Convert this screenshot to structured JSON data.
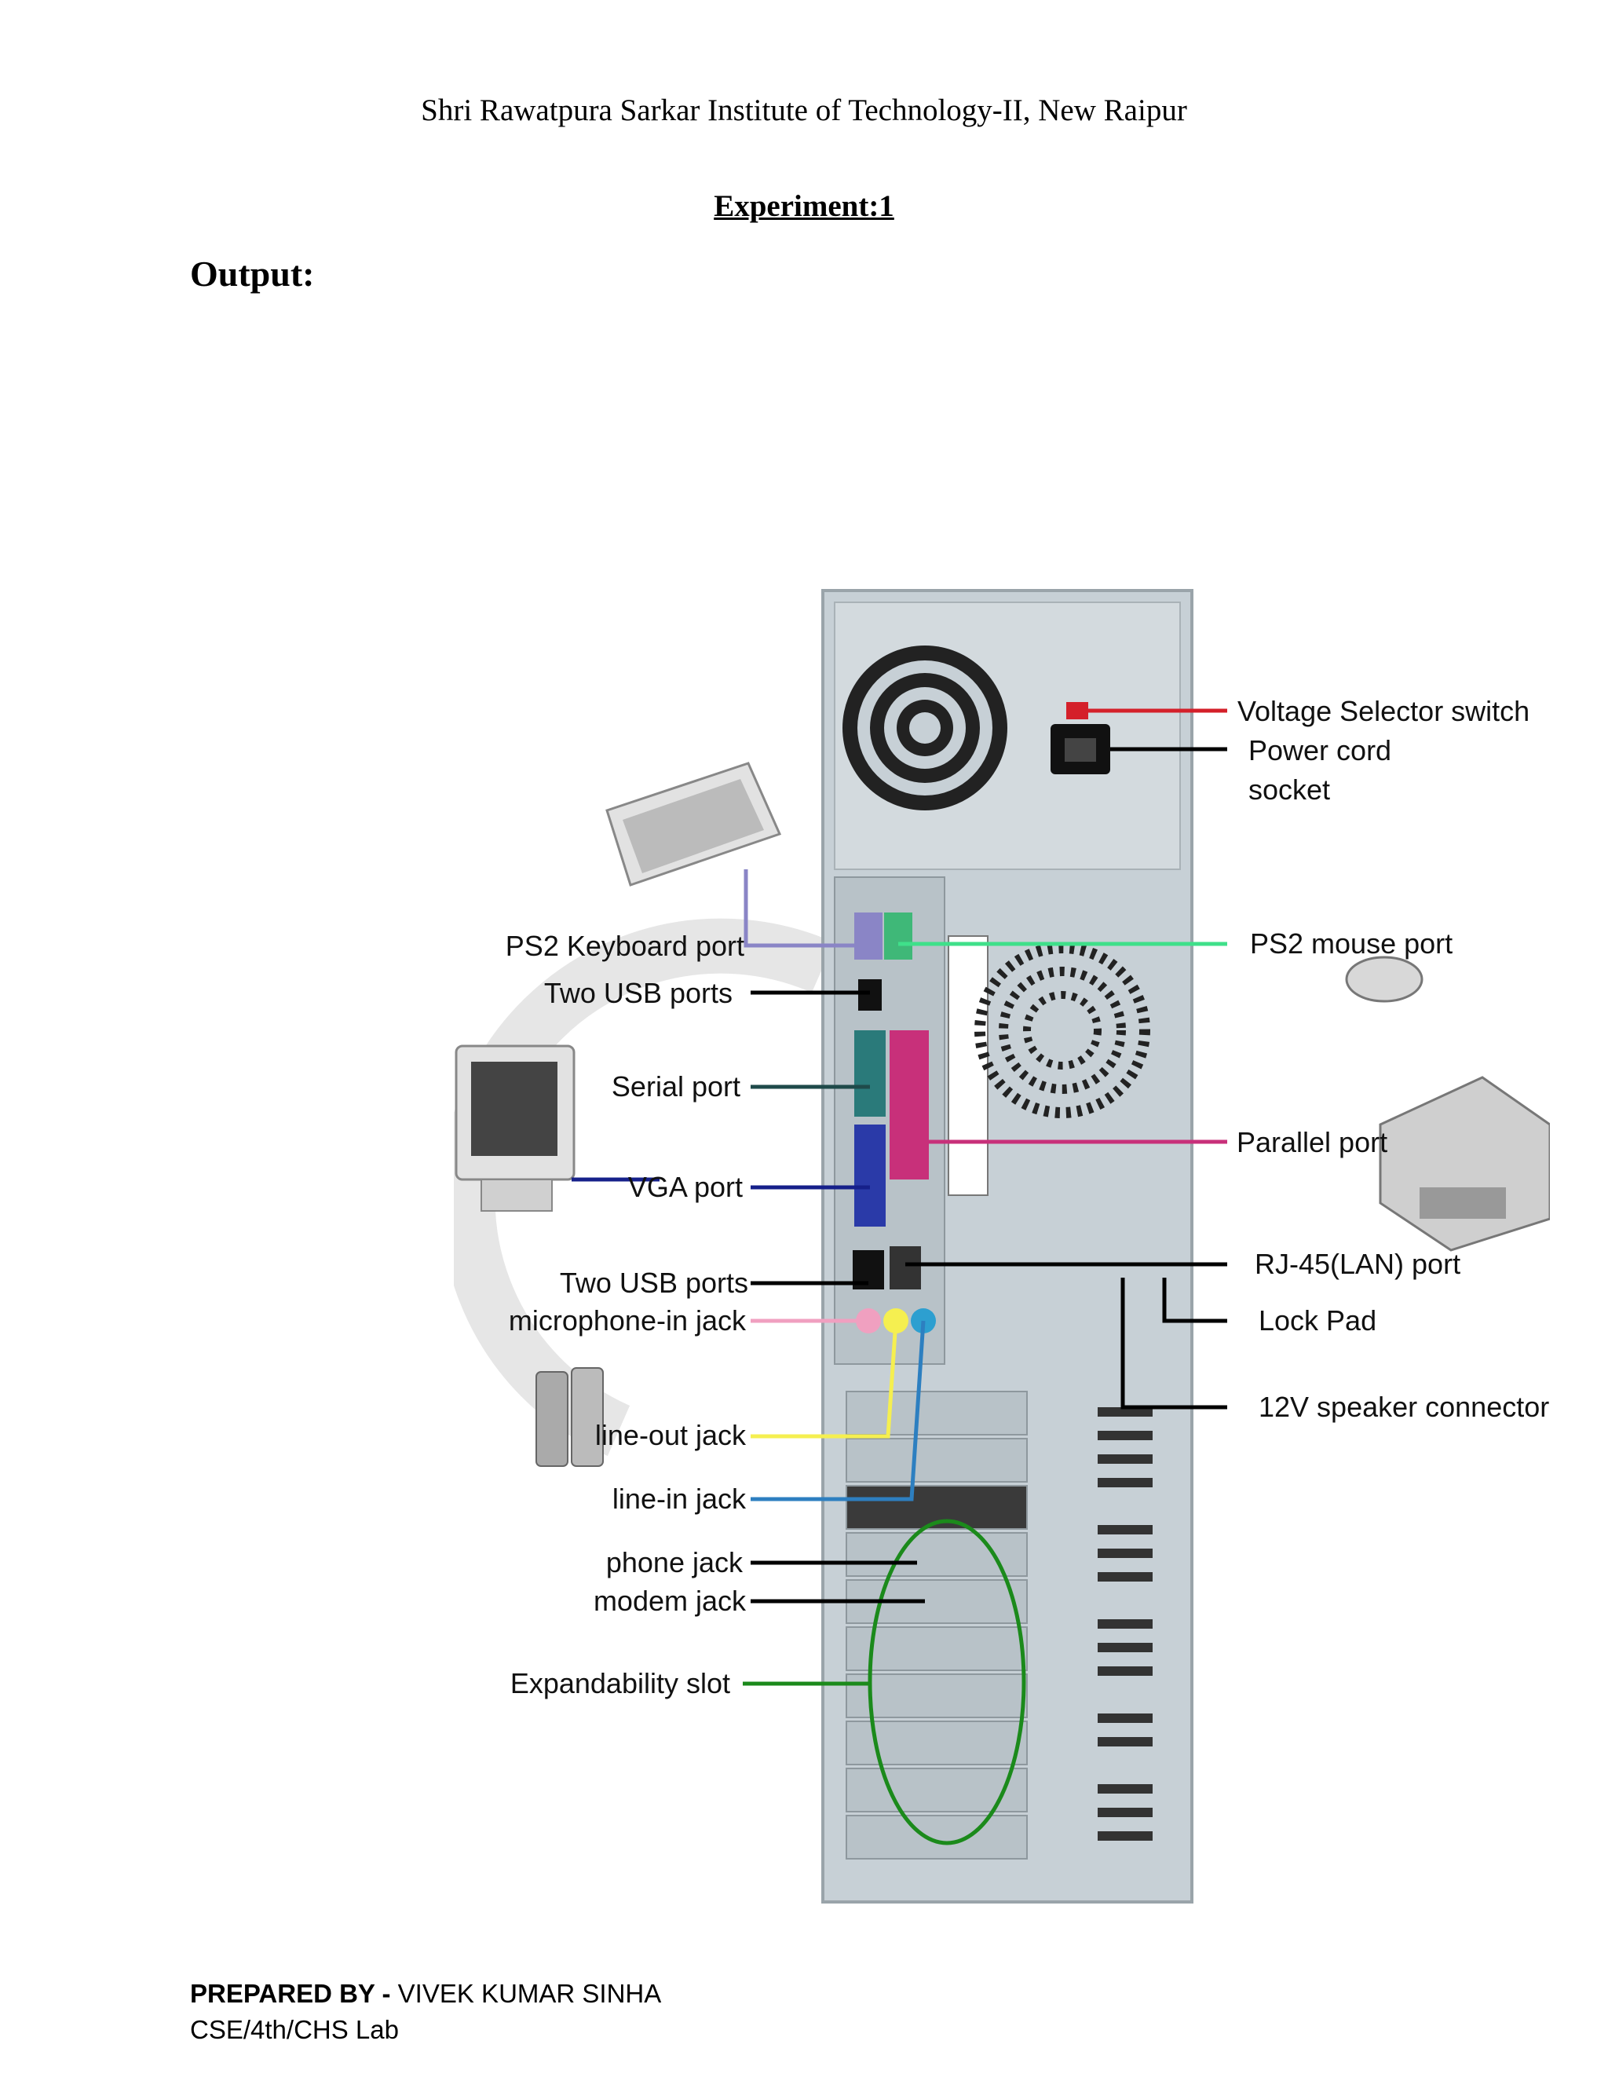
{
  "header": {
    "institute": "Shri Rawatpura Sarkar Institute of Technology-II, New Raipur"
  },
  "experiment": {
    "title": "Experiment:1"
  },
  "section": {
    "output_label": "Output:"
  },
  "figure": {
    "labels": {
      "voltage_selector": "Voltage Selector switch",
      "power_cord_1": "Power cord",
      "power_cord_2": "socket",
      "ps2_mouse": "PS2 mouse port",
      "ps2_keyboard": "PS2 Keyboard port",
      "usb_top": "Two USB ports",
      "serial": "Serial port",
      "parallel": "Parallel port",
      "vga": "VGA port",
      "usb_bottom": "Two USB ports",
      "rj45": "RJ-45(LAN) port",
      "microphone": "microphone-in jack",
      "lock_pad": "Lock Pad",
      "speaker_12v": "12V speaker connector",
      "line_out": "line-out jack",
      "line_in": "line-in jack",
      "phone": "phone jack",
      "modem": "modem jack",
      "expand": "Expandability slot"
    },
    "colors": {
      "voltage": "#d4202a",
      "ps2_keyboard": "#8a85c6",
      "ps2_mouse": "#3fe08a",
      "serial": "#1f4a4a",
      "vga": "#16208a",
      "parallel": "#c8307a",
      "microphone": "#f0a0c0",
      "line_out": "#f5ef50",
      "line_in": "#2d7fc0",
      "expand": "#1b8a1b",
      "black": "#000000"
    }
  },
  "footer": {
    "prepared_label": "PREPARED BY - ",
    "author": "VIVEK KUMAR SINHA",
    "course": "CSE/4th/CHS Lab"
  }
}
